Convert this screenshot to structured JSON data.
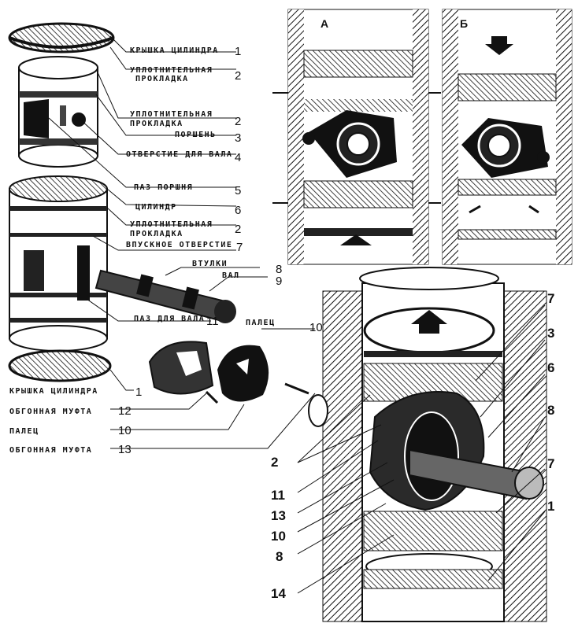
{
  "panels": {
    "left_letter": "А",
    "right_letter": "Б"
  },
  "legend": [
    {
      "text": "КРЫШКА ЦИЛИНДРА",
      "num": "1"
    },
    {
      "text": "УПЛОТНИТЕЛЬНАЯ",
      "num": ""
    },
    {
      "text": "ПРОКЛАДКА",
      "num": "2"
    },
    {
      "text": "УПЛОТНИТЕЛЬНАЯ",
      "num": ""
    },
    {
      "text": "ПРОКЛАДКА",
      "num": "2"
    },
    {
      "text": "ПОРШЕНЬ",
      "num": "3"
    },
    {
      "text": "ОТВЕРСТИЕ ДЛЯ ВАЛА",
      "num": "4"
    },
    {
      "text": "ПАЗ ПОРШНЯ",
      "num": "5"
    },
    {
      "text": "ЦИЛИНДР",
      "num": "6"
    },
    {
      "text": "УПЛОТНИТЕЛЬНАЯ",
      "num": "2"
    },
    {
      "text": "ПРОКЛАДКА",
      "num": ""
    },
    {
      "text": "ВПУСКНОЕ ОТВЕРСТИЕ",
      "num": "7"
    },
    {
      "text": "ВТУЛКИ",
      "num": "8"
    },
    {
      "text": "ВАЛ",
      "num": "9"
    },
    {
      "text": "ПАЗ ДЛЯ ВАЛА",
      "num": "11"
    },
    {
      "text": "ПАЛЕЦ",
      "num": "10"
    }
  ],
  "bottom_legend": [
    {
      "text": "КРЫШКА ЦИЛИНДРА",
      "num": "1"
    },
    {
      "text": "ОБГОННАЯ МУФТА",
      "num": "12"
    },
    {
      "text": "ПАЛЕЦ",
      "num": "10"
    },
    {
      "text": "ОБГОННАЯ МУФТА",
      "num": "13"
    }
  ],
  "callouts": [
    "7",
    "3",
    "6",
    "8",
    "7",
    "1",
    "2",
    "11",
    "13",
    "10",
    "8",
    "14"
  ]
}
